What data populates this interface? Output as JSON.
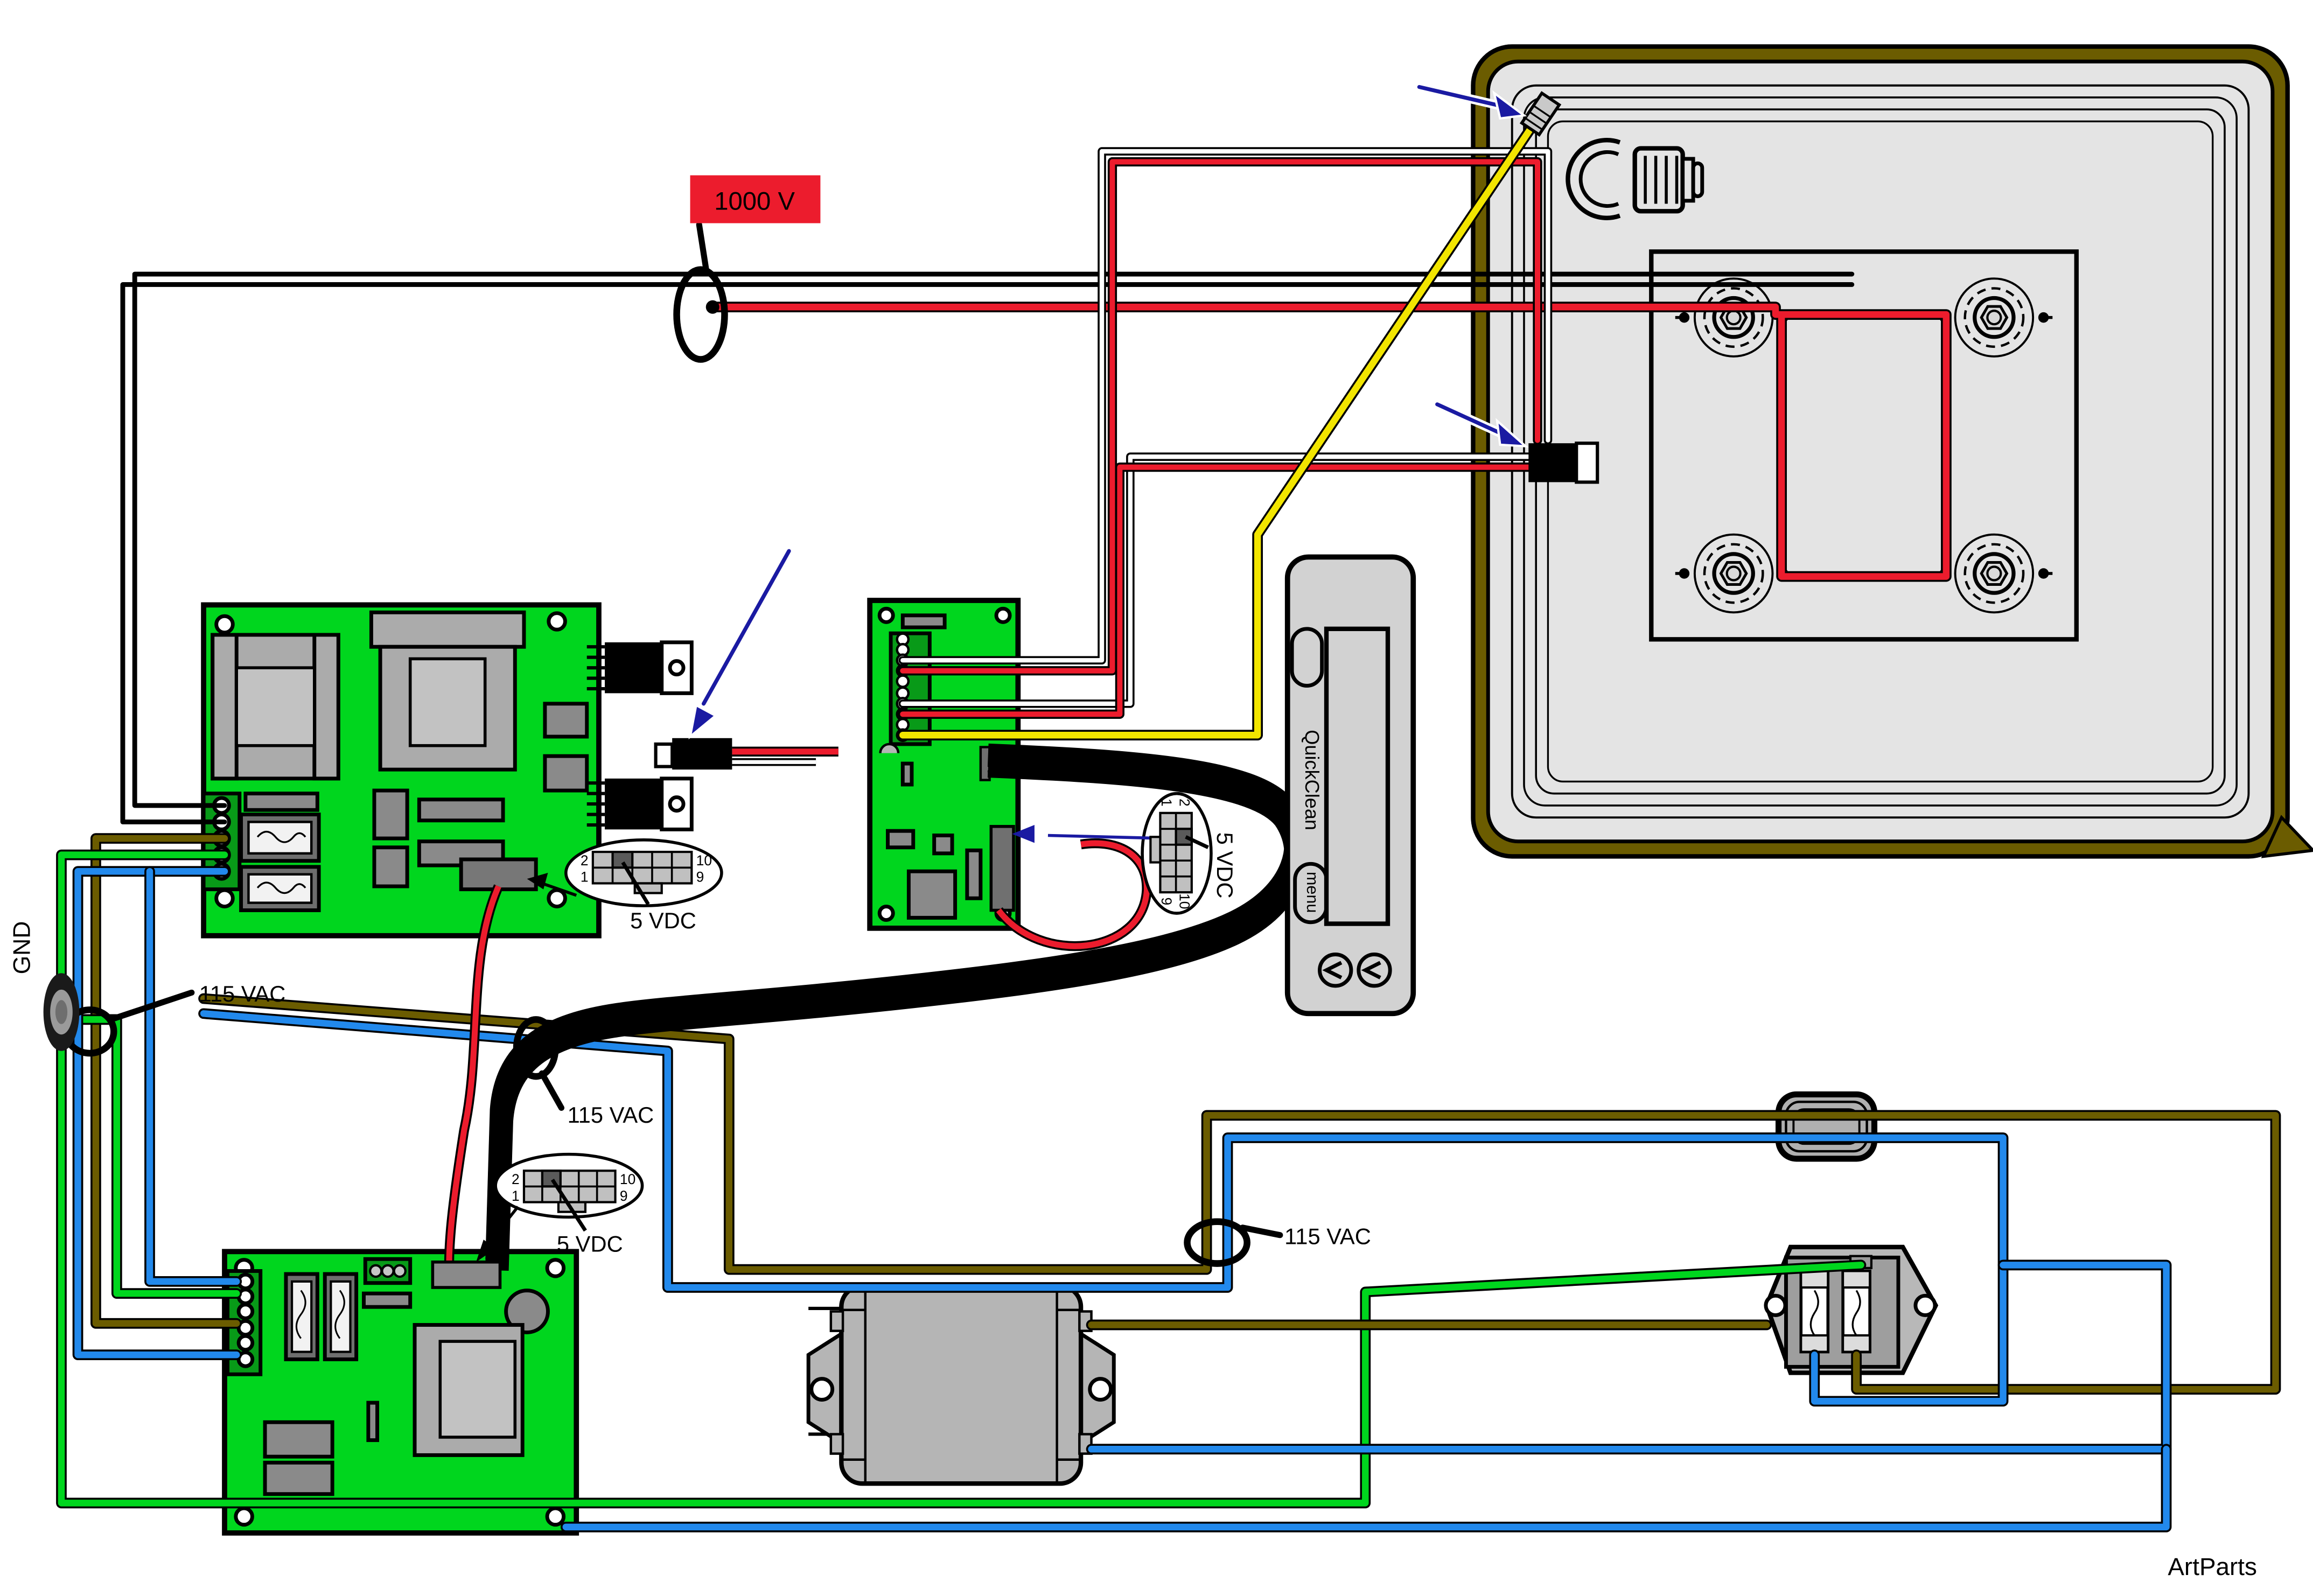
{
  "labels": {
    "high_voltage": "1000 V",
    "vac": "115 VAC",
    "ground": "GND",
    "low_voltage": "5 VDC",
    "watermark": "ArtParts"
  },
  "control_panel": {
    "brand": "QuickClean",
    "menu_button": "menu"
  },
  "connector_pins": {
    "top_left": "2",
    "bottom_left": "1",
    "top_right": "10",
    "bottom_right": "9"
  },
  "colors": {
    "wire_black": "#000000",
    "wire_red": "#ec1c2d",
    "wire_yellow": "#f2e500",
    "wire_green": "#00d61e",
    "wire_blue": "#2289ec",
    "wire_olive": "#6b5c00",
    "wire_white": "#ffffff",
    "pcb_green": "#00d61e",
    "panel_gray": "#e4e4e4",
    "hv_label_background": "#ec1c2d",
    "arrow_blue": "#1a1aa2"
  }
}
